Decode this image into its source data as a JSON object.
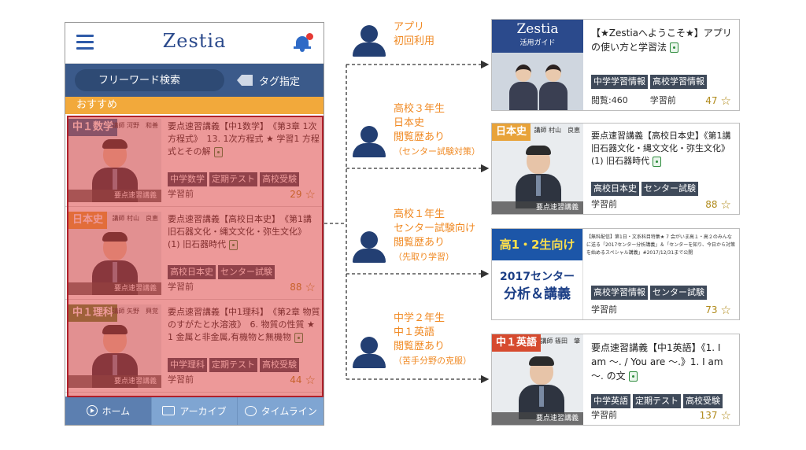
{
  "app": {
    "logo": "Zestia",
    "search_placeholder": "フリーワード検索",
    "tag_button": "タグ指定",
    "section": "おすすめ",
    "nav": {
      "home": "ホーム",
      "archive": "アーカイブ",
      "timeline": "タイムライン"
    }
  },
  "list": [
    {
      "subject": "中１数学",
      "lecturer_role": "講師",
      "lecturer": "河野　和善",
      "caption": "要点速習講義",
      "title": "要点速習講義【中1数学】　《第3章 1次方程式》　13. 1次方程式 ★ 学習1 方程式とその解",
      "tags": [
        "中学数学",
        "定期テスト",
        "高校受験"
      ],
      "meta": "学習前",
      "likes": "29",
      "badge_bg": "#2e6e9a",
      "badge_fg": "#ffffff"
    },
    {
      "subject": "日本史",
      "lecturer_role": "講師",
      "lecturer": "村山　良恵",
      "caption": "要点速習講義",
      "title": "要点速習講義【高校日本史】　《第1講 旧石器文化・縄文文化・弥生文化》　(1) 旧石器時代",
      "tags": [
        "高校日本史",
        "センター試験"
      ],
      "meta": "学習前",
      "likes": "88",
      "badge_bg": "#e8a33a",
      "badge_fg": "#ffffff"
    },
    {
      "subject": "中１理科",
      "lecturer_role": "講師",
      "lecturer": "矢野　興覚",
      "caption": "要点速習講義",
      "title": "要点速習講義【中1理科】　《第2章 物質のすがたと水溶液》　6. 物質の性質 ★ 1 金属と非金属,有機物と無機物",
      "tags": [
        "中学理科",
        "定期テスト",
        "高校受験"
      ],
      "meta": "学習前",
      "likes": "44",
      "badge_bg": "#5d8a3a",
      "badge_fg": "#ffffff"
    }
  ],
  "users": [
    {
      "lines": [
        "アプリ",
        "初回利用"
      ],
      "note": ""
    },
    {
      "lines": [
        "高校３年生",
        "日本史",
        "閲覧歴あり"
      ],
      "note": "（センター試験対策）"
    },
    {
      "lines": [
        "高校１年生",
        "センター試験向け",
        "閲覧歴あり"
      ],
      "note": "（先取り学習）"
    },
    {
      "lines": [
        "中学２年生",
        "中１英語",
        "閲覧歴あり"
      ],
      "note": "（苦手分野の克服）"
    }
  ],
  "cards": [
    {
      "type": "guide",
      "guide_logo": "Zestia",
      "guide_sub": "活用ガイド",
      "title": "【★Zestiaへようこそ★】アプリの使い方と学習法",
      "tags": [
        "中学学習情報",
        "高校学習情報"
      ],
      "views": "閲覧:460",
      "meta": "学習前",
      "likes": "47"
    },
    {
      "type": "lecture",
      "subject": "日本史",
      "lecturer_role": "講師",
      "lecturer": "村山　良恵",
      "caption": "要点速習講義",
      "badge_bg": "#e8a33a",
      "title": "要点速習講義【高校日本史】《第1講 旧石器文化・縄文文化・弥生文化》　(1) 旧石器時代",
      "tags": [
        "高校日本史",
        "センター試験"
      ],
      "meta": "学習前",
      "likes": "88"
    },
    {
      "type": "promo",
      "promo_top": "高1・2生向け",
      "promo_line1": "2017センター",
      "promo_line2": "分析＆講義",
      "promo_text": "【無料配信】第1日・文系科目特集★ 7 会がいま高１・高２のみんなに送る「2017センター分析講義」＆「センターを知り、今日から対策を始めるスペシャル講義」#2017/12/31まで公開",
      "title": "",
      "tags": [
        "高校学習情報",
        "センター試験"
      ],
      "meta": "学習前",
      "likes": "73"
    },
    {
      "type": "lecture",
      "subject": "中１英語",
      "lecturer_role": "講師",
      "lecturer": "篠田　肇",
      "caption": "要点速習講義",
      "badge_bg": "#d64a2e",
      "title": "要点速習講義【中1英語】《1. I am 〜. / You are 〜.》1. I am 〜. の文",
      "tags": [
        "中学英語",
        "定期テスト",
        "高校受験"
      ],
      "meta": "学習前",
      "likes": "137"
    }
  ]
}
